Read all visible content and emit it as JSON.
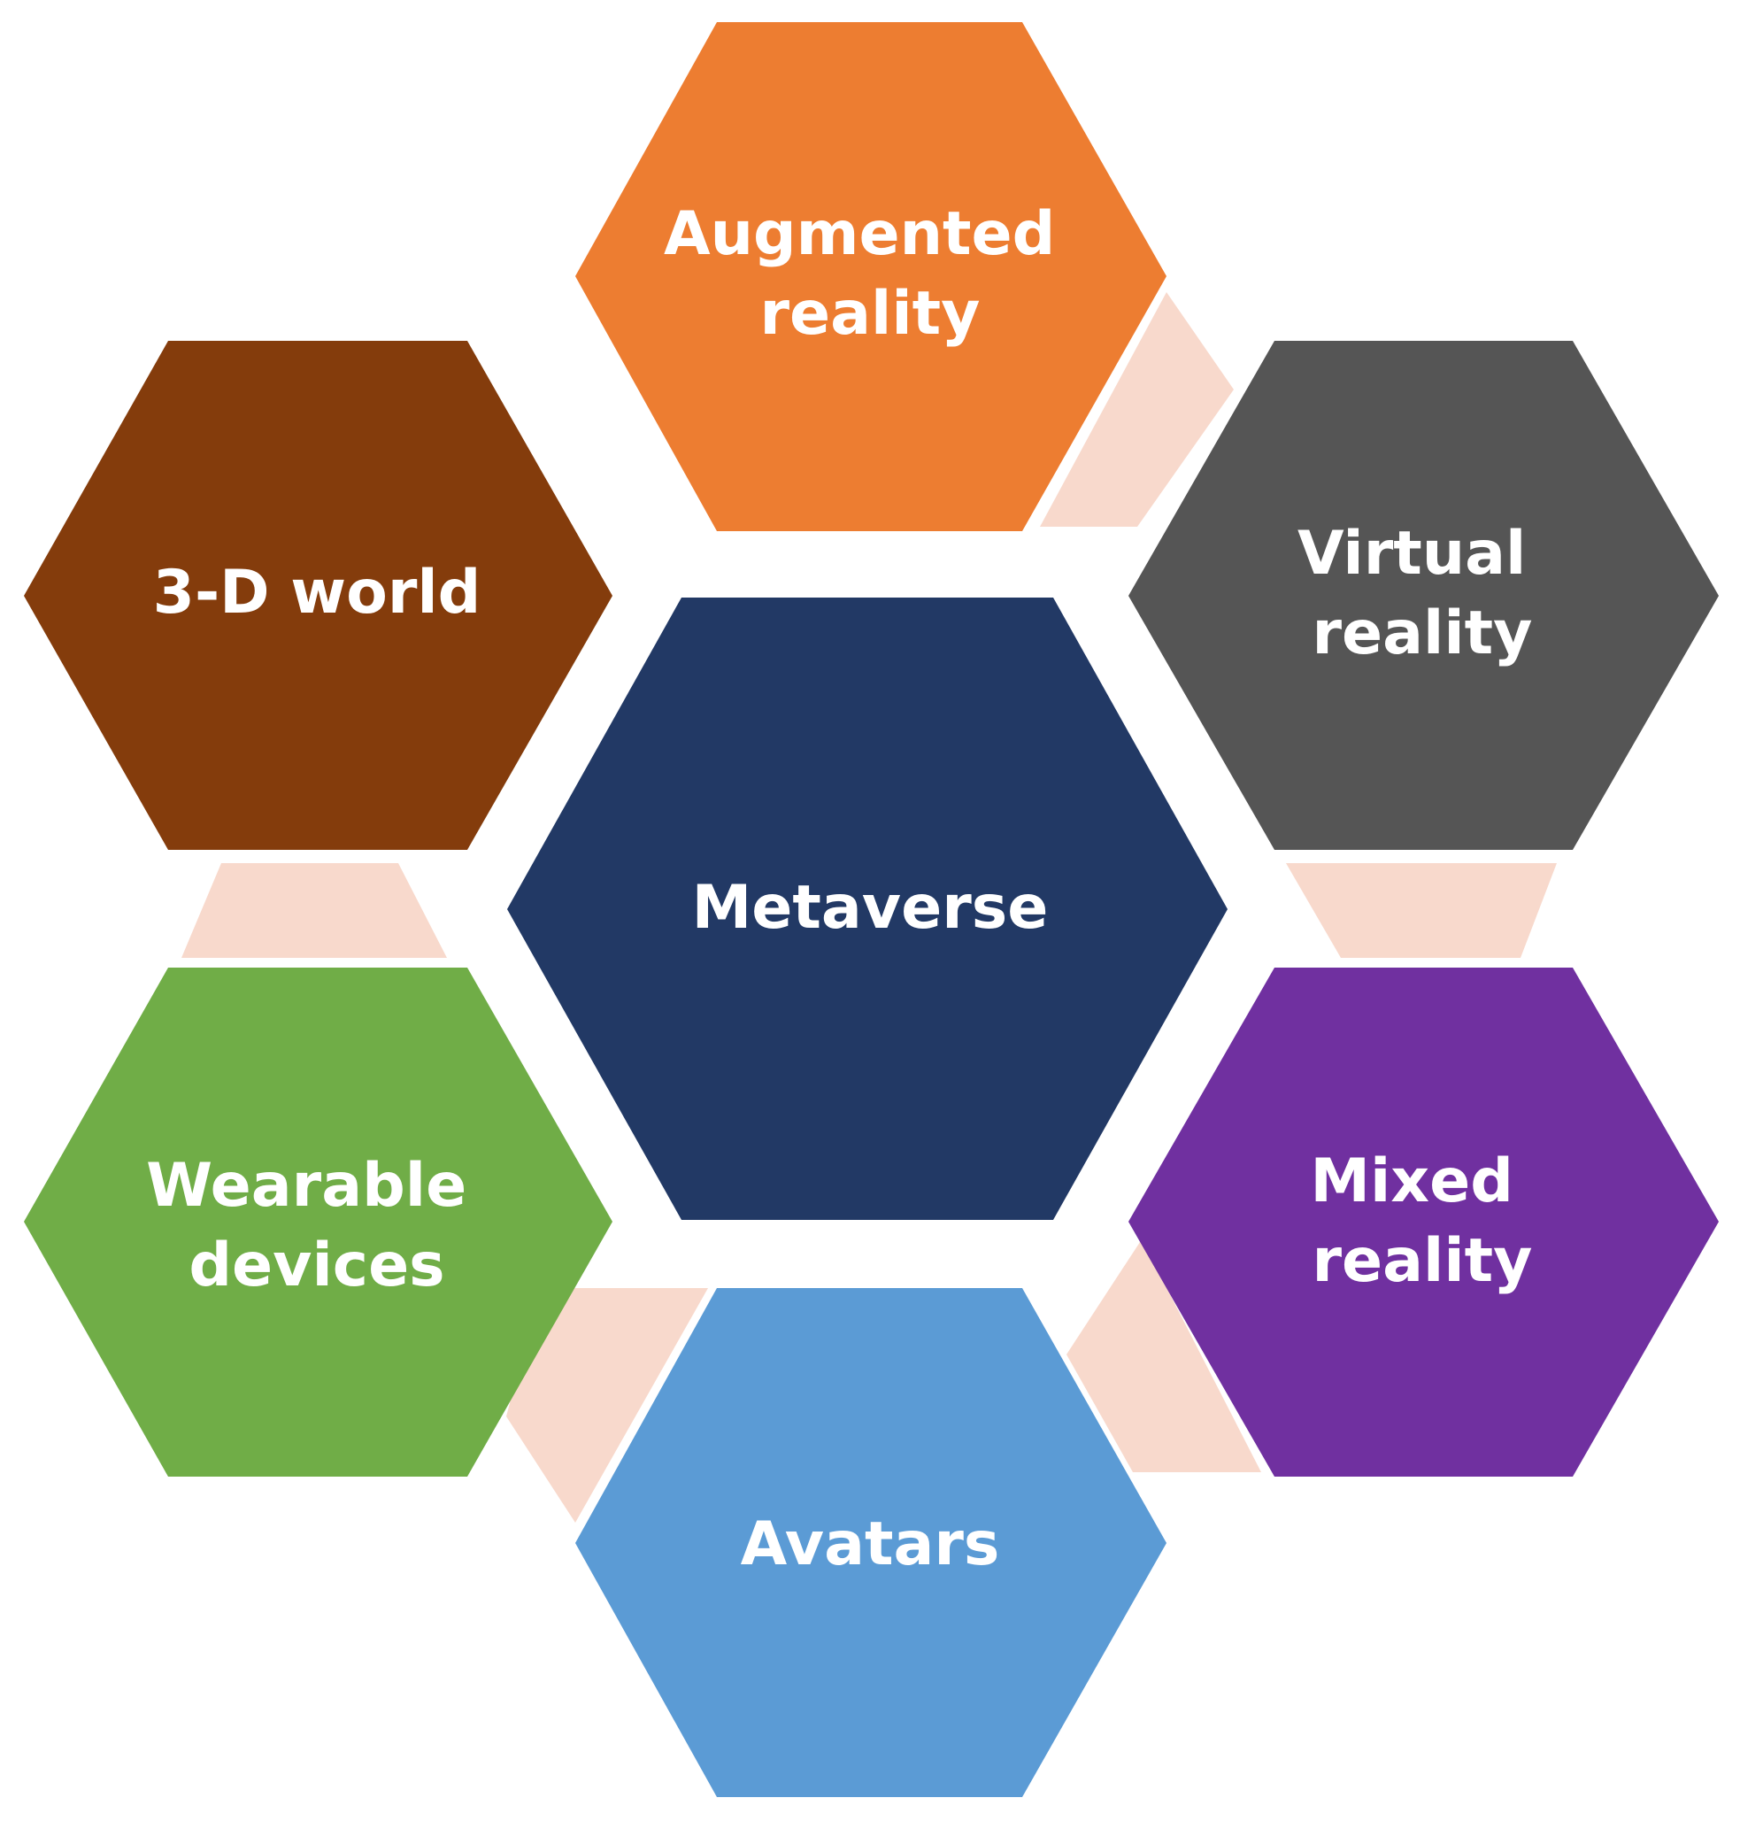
{
  "center": {
    "label": "Metaverse",
    "color": "#223965"
  },
  "nodes": [
    {
      "id": "augmented-reality",
      "lines": [
        "Augmented",
        "reality"
      ],
      "color": "#ED7D31"
    },
    {
      "id": "virtual-reality",
      "lines": [
        "Virtual",
        "reality"
      ],
      "color": "#555555"
    },
    {
      "id": "mixed-reality",
      "lines": [
        "Mixed",
        "reality"
      ],
      "color": "#7030A0"
    },
    {
      "id": "avatars",
      "lines": [
        "Avatars"
      ],
      "color": "#5B9BD5"
    },
    {
      "id": "wearable-devices",
      "lines": [
        "Wearable",
        "devices"
      ],
      "color": "#70AD47"
    },
    {
      "id": "3d-world",
      "lines": [
        "3-D world"
      ],
      "color": "#843C0C"
    }
  ],
  "connector_color": "#F8D9CC"
}
